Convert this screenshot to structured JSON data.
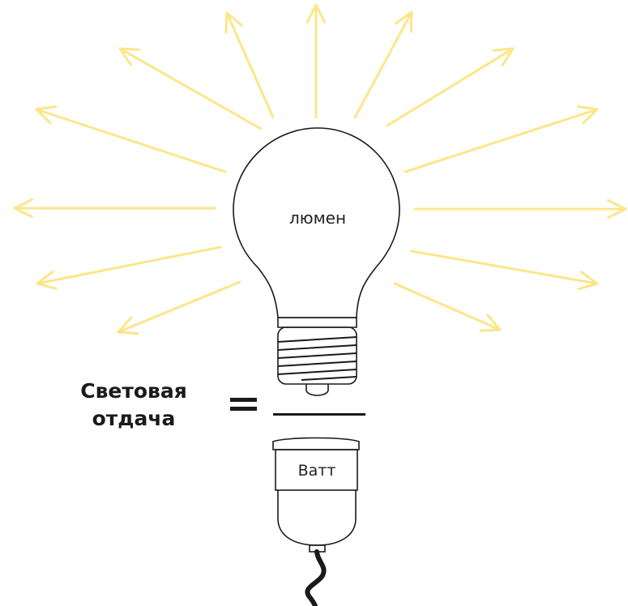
{
  "bulb": {
    "label": "люмен",
    "ray_color": "#fbe68a",
    "ray_count": 13
  },
  "formula": {
    "term_line1": "Световая",
    "term_line2": "отдача",
    "equals": "="
  },
  "socket": {
    "label": "Ватт"
  },
  "colors": {
    "outline": "#1a1a1a",
    "cable": "#1a1a1a",
    "background": "#ffffff"
  }
}
